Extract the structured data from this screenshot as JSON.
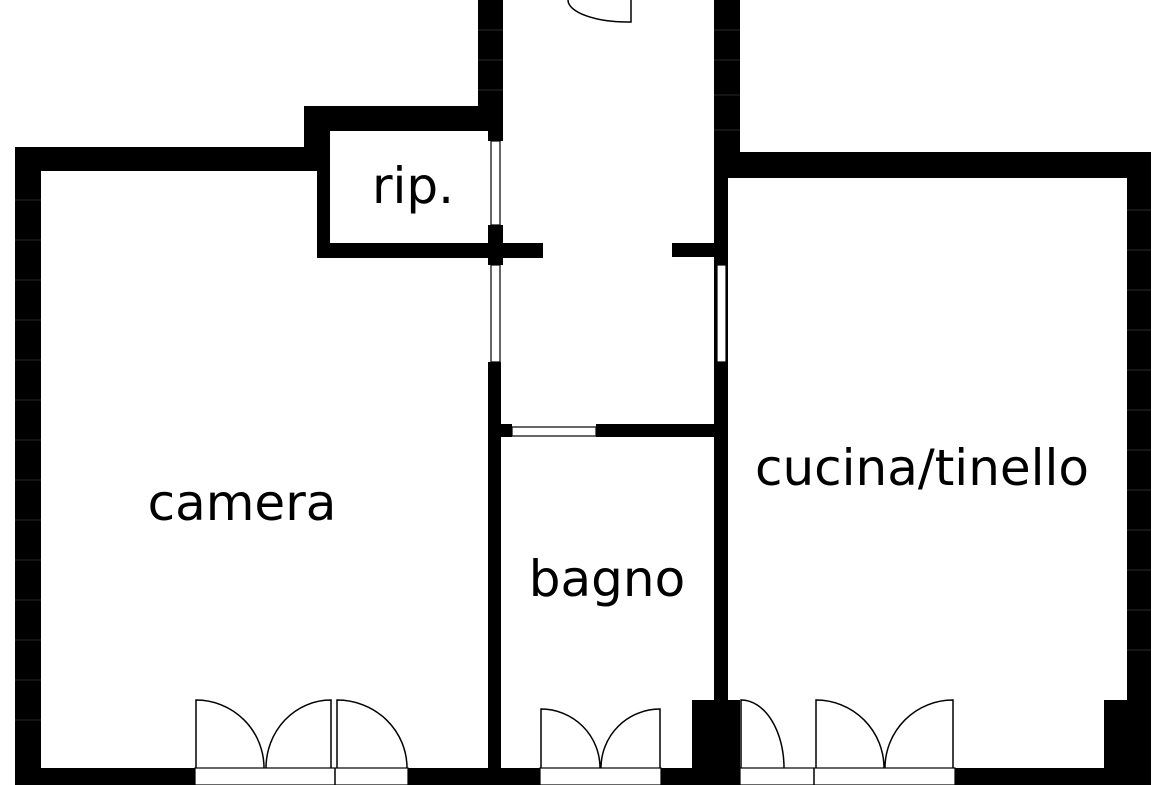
{
  "rooms": {
    "ripostiglio": "rip.",
    "camera": "camera",
    "bagno": "bagno",
    "cucina": "cucina/tinello"
  }
}
